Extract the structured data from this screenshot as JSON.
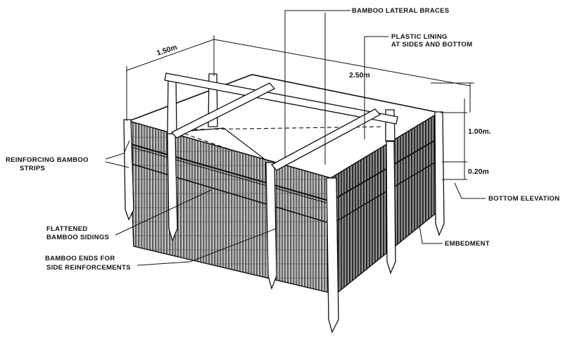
{
  "figure": {
    "labels": {
      "lateral_braces": "BAMBOO LATERAL BRACES",
      "plastic_lining_1": "PLASTIC LINING",
      "plastic_lining_2": "AT SIDES AND BOTTOM",
      "reinforcing_1": "REINFORCING BAMBOO",
      "reinforcing_2": "STRIPS",
      "flattened_1": "FLATTENED",
      "flattened_2": "BAMBOO SIDINGS",
      "ends_1": "BAMBOO ENDS FOR",
      "ends_2": "SIDE REINFORCEMENTS",
      "bottom_elevation": "BOTTOM ELEVATION",
      "embedment": "EMBEDMENT"
    },
    "dimensions": {
      "width": "1.50m",
      "length": "2.50m",
      "height": "1.00m.",
      "embed": "0.20m"
    }
  }
}
